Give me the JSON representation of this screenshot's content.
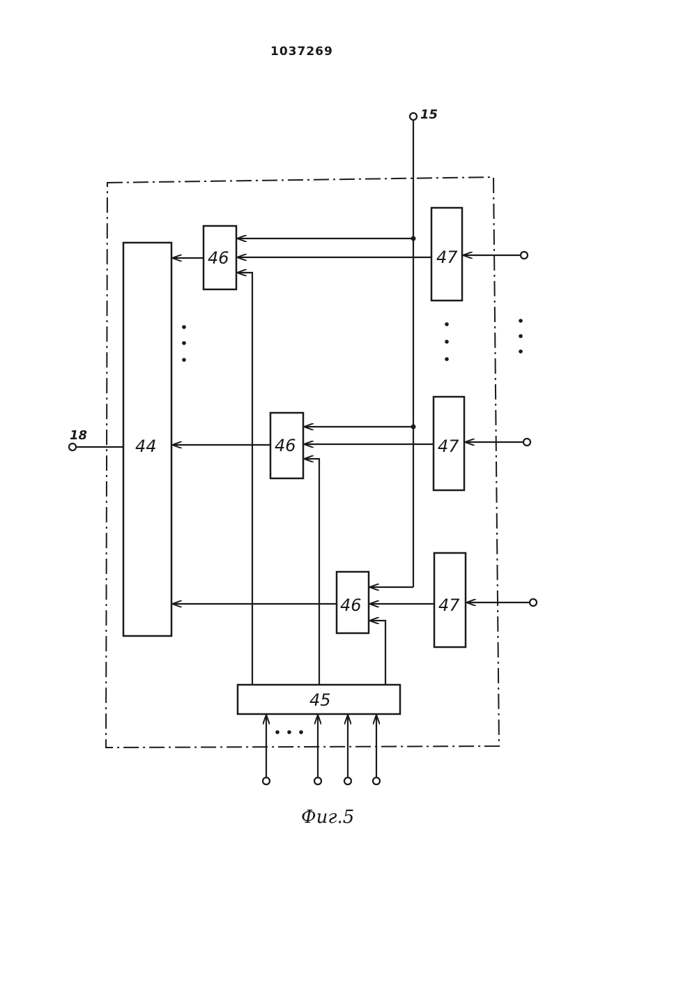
{
  "page": {
    "number": "1037269"
  },
  "figure": {
    "caption": "Фиг.5",
    "ellipsis": "⋮",
    "ellipsis_h": "· · ·",
    "blocks": {
      "b44": "44",
      "b45": "45",
      "b46_top": "46",
      "b46_mid": "46",
      "b46_bot": "46",
      "b47_top": "47",
      "b47_mid": "47",
      "b47_bot": "47"
    },
    "terminals": {
      "t15": "15",
      "t18": "18"
    }
  }
}
